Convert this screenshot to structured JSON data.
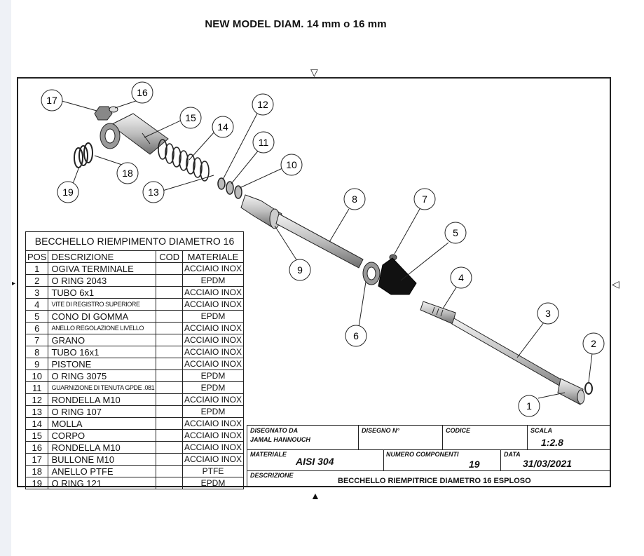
{
  "headline": "NEW MODEL DIAM. 14 mm o 16 mm",
  "table": {
    "title": "BECCHELLO RIEMPIMENTO DIAMETRO 16",
    "headers": [
      "POS",
      "DESCRIZIONE",
      "COD",
      "MATERIALE"
    ],
    "rows": [
      {
        "pos": "1",
        "desc": "OGIVA TERMINALE",
        "cod": "",
        "mat": "ACCIAIO INOX"
      },
      {
        "pos": "2",
        "desc": "O RING 2043",
        "cod": "",
        "mat": "EPDM"
      },
      {
        "pos": "3",
        "desc": "TUBO 6x1",
        "cod": "",
        "mat": "ACCIAIO INOX"
      },
      {
        "pos": "4",
        "desc": "VITE DI REGISTRO SUPERIORE",
        "cod": "",
        "mat": "ACCIAIO INOX",
        "small": true
      },
      {
        "pos": "5",
        "desc": "CONO DI GOMMA",
        "cod": "",
        "mat": "EPDM"
      },
      {
        "pos": "6",
        "desc": "ANELLO REGOLAZIONE LIVELLO",
        "cod": "",
        "mat": "ACCIAIO INOX",
        "small": true
      },
      {
        "pos": "7",
        "desc": "GRANO",
        "cod": "",
        "mat": "ACCIAIO INOX"
      },
      {
        "pos": "8",
        "desc": "TUBO 16x1",
        "cod": "",
        "mat": "ACCIAIO INOX"
      },
      {
        "pos": "9",
        "desc": "PISTONE",
        "cod": "",
        "mat": "ACCIAIO INOX"
      },
      {
        "pos": "10",
        "desc": "O RING 3075",
        "cod": "",
        "mat": "EPDM"
      },
      {
        "pos": "11",
        "desc": "GUARNIZIONE DI TENUTA GPDE .081",
        "cod": "",
        "mat": "EPDM",
        "small": true
      },
      {
        "pos": "12",
        "desc": "RONDELLA M10",
        "cod": "",
        "mat": "ACCIAIO INOX"
      },
      {
        "pos": "13",
        "desc": "O RING 107",
        "cod": "",
        "mat": "EPDM"
      },
      {
        "pos": "14",
        "desc": "MOLLA",
        "cod": "",
        "mat": "ACCIAIO INOX"
      },
      {
        "pos": "15",
        "desc": "CORPO",
        "cod": "",
        "mat": "ACCIAIO INOX"
      },
      {
        "pos": "16",
        "desc": "RONDELLA M10",
        "cod": "",
        "mat": "ACCIAIO INOX"
      },
      {
        "pos": "17",
        "desc": "BULLONE M10",
        "cod": "",
        "mat": "ACCIAIO INOX"
      },
      {
        "pos": "18",
        "desc": "ANELLO PTFE",
        "cod": "",
        "mat": "PTFE"
      },
      {
        "pos": "19",
        "desc": "O RING 121",
        "cod": "",
        "mat": "EPDM"
      }
    ]
  },
  "title_block": {
    "designed_by_label": "DISEGNATO DA",
    "designed_by": "JAMAL HANNOUCH",
    "drawing_no_label": "DISEGNO N°",
    "code_label": "CODICE",
    "scale_label": "SCALA",
    "scale": "1:2.8",
    "material_label": "MATERIALE",
    "material": "AISI 304",
    "components_label": "NUMERO COMPONENTI",
    "components": "19",
    "date_label": "DATA",
    "date": "31/03/2021",
    "description_label": "DESCRIZIONE",
    "description": "BECCHELLO  RIEMPITRICE DIAMETRO 16 ESPLOSO"
  },
  "callouts": [
    "1",
    "2",
    "3",
    "4",
    "5",
    "6",
    "7",
    "8",
    "9",
    "10",
    "11",
    "12",
    "13",
    "14",
    "15",
    "16",
    "17",
    "18",
    "19"
  ]
}
